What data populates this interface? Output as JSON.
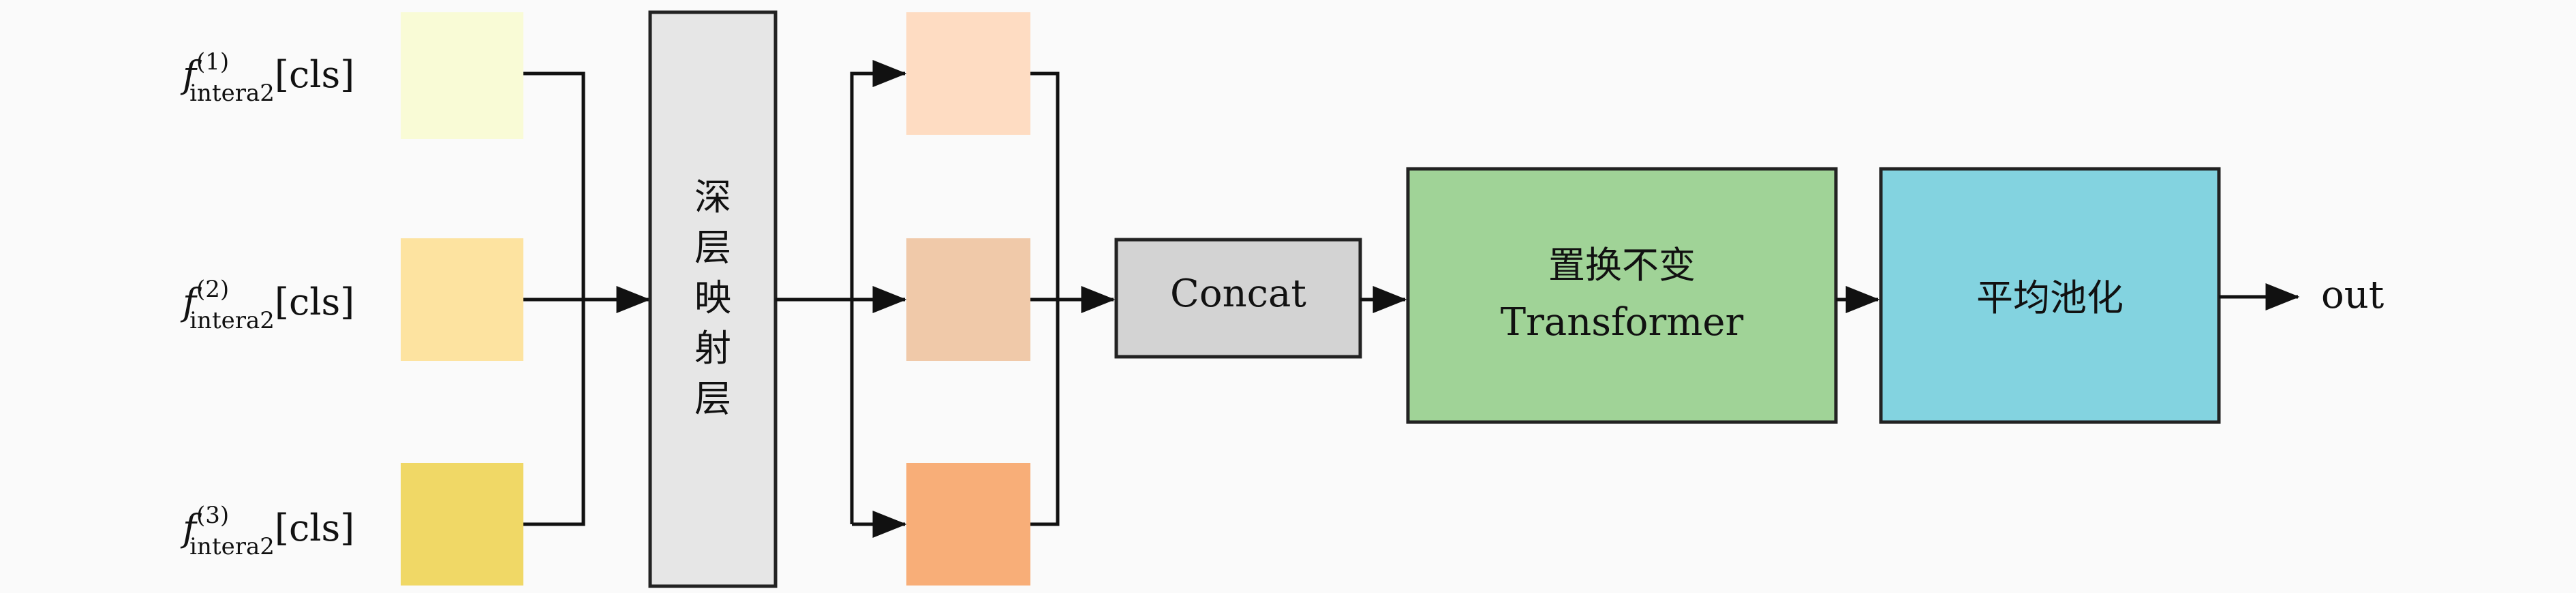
{
  "inputs": [
    {
      "base": "f",
      "superscript": "(1)",
      "subscript": "intera2",
      "suffix": "[cls]",
      "color": "#f9fbd6"
    },
    {
      "base": "f",
      "superscript": "(2)",
      "subscript": "intera2",
      "suffix": "[cls]",
      "color": "#fde3a0"
    },
    {
      "base": "f",
      "superscript": "(3)",
      "subscript": "intera2",
      "suffix": "[cls]",
      "color": "#f0d866"
    }
  ],
  "mapping_layer": {
    "label_chars": [
      "深",
      "层",
      "映",
      "射",
      "层"
    ],
    "color": "#e6e6e6"
  },
  "mapped_features": [
    {
      "color": "#fedcc2"
    },
    {
      "color": "#f0c9a9"
    },
    {
      "color": "#f8ae78"
    }
  ],
  "concat": {
    "label": "Concat",
    "color": "#d3d3d3"
  },
  "transformer": {
    "label_line1": "置换不变",
    "label_line2": "Transformer",
    "color": "#a0d397"
  },
  "pooling": {
    "label": "平均池化",
    "color": "#83d3e0"
  },
  "output": {
    "label": "out"
  }
}
